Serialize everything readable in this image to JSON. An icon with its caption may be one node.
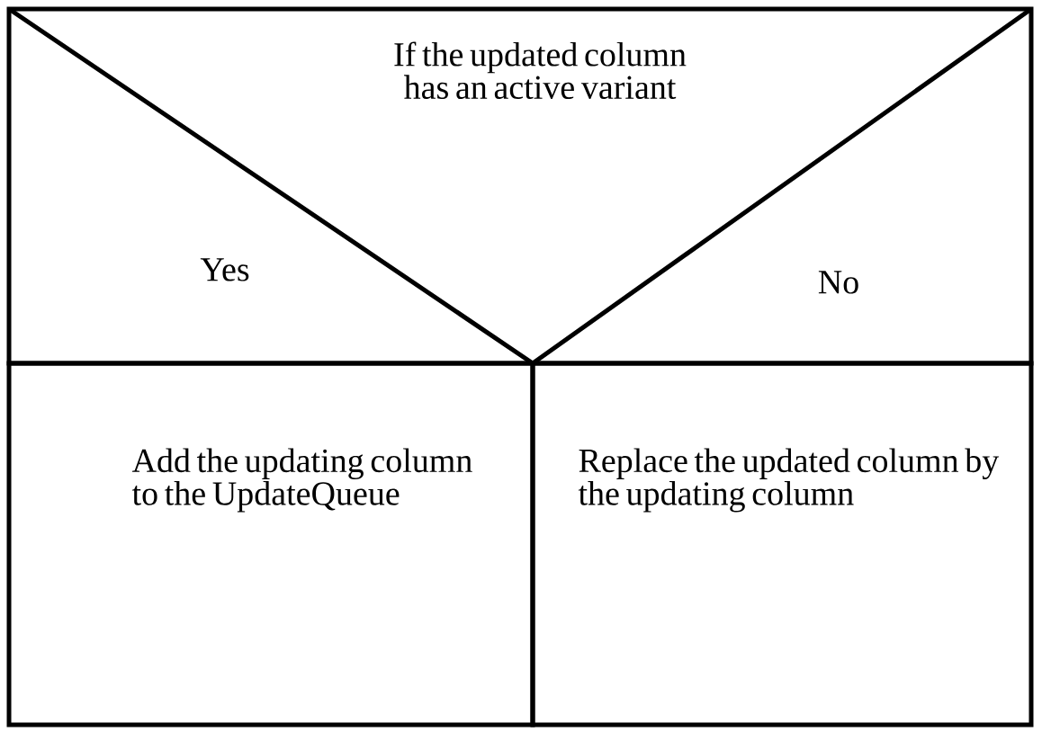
{
  "diagram": {
    "nodes": [
      {
        "text": [
          "If the updated column has an active variant"
        ]
      },
      {
        "text": [
          "Add the updating column to the UpdateQueue"
        ]
      },
      {
        "text": [
          "Replace the updated column by the updating column"
        ]
      }
    ],
    "labels": [
      "Yes",
      "No"
    ]
  }
}
